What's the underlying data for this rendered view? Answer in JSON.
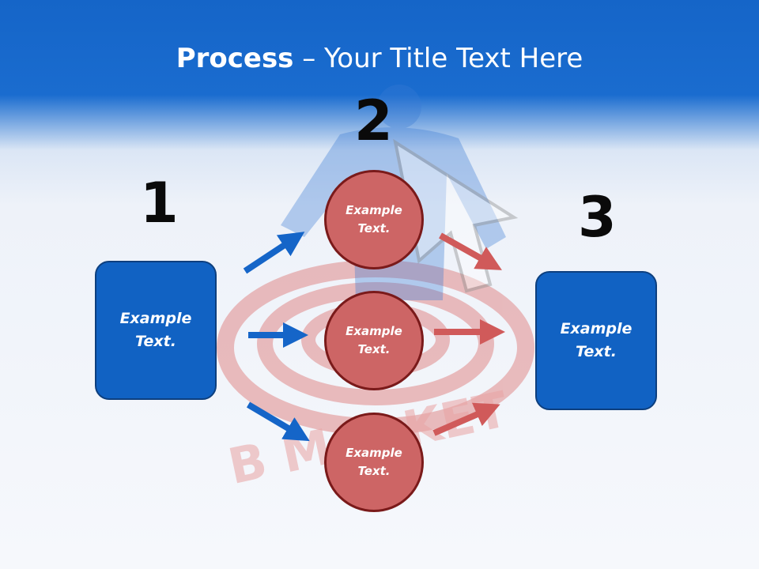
{
  "title": {
    "bold": "Process",
    "rest": " – Your Title Text Here"
  },
  "steps": {
    "one": "1",
    "two": "2",
    "three": "3"
  },
  "boxes": {
    "left": "Example Text.",
    "right": "Example Text."
  },
  "circles": {
    "top": "Example Text.",
    "middle": "Example Text.",
    "bottom": "Example Text."
  },
  "background_watermark": "B MARKET",
  "colors": {
    "header_blue": "#1565c8",
    "box_blue": "#1162c3",
    "circle_red": "#cd6565",
    "arrow_blue": "#1565c8",
    "arrow_red": "#d05a5a"
  }
}
